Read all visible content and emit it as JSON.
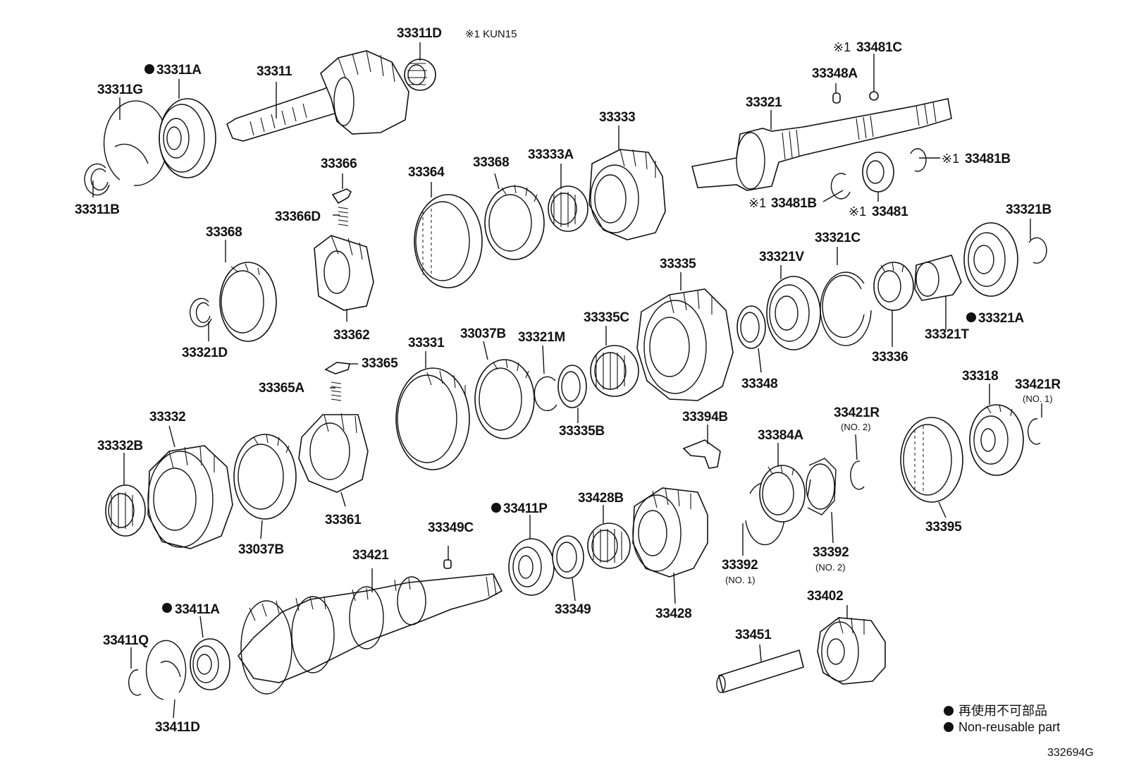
{
  "labels": {
    "p33311D": "33311D",
    "kun_note": "※1 KUN15",
    "p33311A": "33311A",
    "p33311": "33311",
    "p33311G": "33311G",
    "p33311B": "33311B",
    "p33366": "33366",
    "p33366D": "33366D",
    "p33368a": "33368",
    "p33368b": "33368",
    "p33362": "33362",
    "p33321D": "33321D",
    "p33364": "33364",
    "p33333A": "33333A",
    "p33333": "33333",
    "p33481C": "33481C",
    "p33348A": "33348A",
    "p33321": "33321",
    "p33481Ba": "33481B",
    "p33481Bb": "33481B",
    "p33481": "33481",
    "p33321B": "33321B",
    "p33335": "33335",
    "p33321V": "33321V",
    "p33321C": "33321C",
    "p33321A": "33321A",
    "p33321T": "33321T",
    "p33336": "33336",
    "p33348": "33348",
    "p33331": "33331",
    "p33037Ba": "33037B",
    "p33321M": "33321M",
    "p33335C": "33335C",
    "p33335B": "33335B",
    "p33365": "33365",
    "p33365A": "33365A",
    "p33332": "33332",
    "p33332B": "33332B",
    "p33037Bb": "33037B",
    "p33361": "33361",
    "p33394B": "33394B",
    "p33384A": "33384A",
    "p33421Ra": "33421R",
    "sub_no2a": "(NO. 2)",
    "p33421Rb": "33421R",
    "sub_no1a": "(NO. 1)",
    "p33318": "33318",
    "p33395": "33395",
    "p33411P": "33411P",
    "p33428B": "33428B",
    "p33349C": "33349C",
    "p33421": "33421",
    "p33349": "33349",
    "p33428": "33428",
    "p33392a": "33392",
    "sub_no1b": "(NO. 1)",
    "p33392b": "33392",
    "sub_no2b": "(NO. 2)",
    "p33402": "33402",
    "p33451": "33451",
    "p33411A": "33411A",
    "p33411Q": "33411Q",
    "p33411D": "33411D"
  },
  "marks": {
    "kome1": "※1"
  },
  "legend": {
    "jp": "再使用不可部品",
    "en": "Non-reusable part"
  },
  "figure_code": "332694G"
}
